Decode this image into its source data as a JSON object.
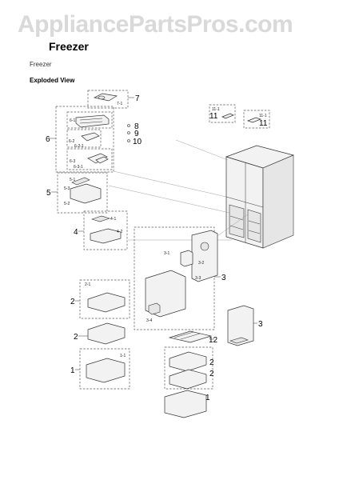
{
  "watermark": "AppliancePartsPros.com",
  "title": "Freezer",
  "section_label": "Freezer",
  "view_label": "Exploded View",
  "callouts": {
    "c7": "7",
    "c7_1": "7-1",
    "c6": "6",
    "c6_1": "6-1",
    "c6_2": "6-2",
    "c6_2_1": "6-2-1",
    "c6_3": "6-3",
    "c6_3_1": "6-3-1",
    "c8": "8",
    "c9": "9",
    "c10": "10",
    "c11a": "11",
    "c11a_1": "11-1",
    "c11b": "11",
    "c11b_1": "11-1",
    "c5": "5",
    "c5_1": "5-1",
    "c5_2": "5-2",
    "c5_3": "5-3",
    "c4": "4",
    "c4_1": "4-1",
    "c4_2": "4-2",
    "c3a": "3",
    "c3_1": "3-1",
    "c3_2": "3-2",
    "c3_3": "3-3",
    "c3_4": "3-4",
    "c3b": "3",
    "c2a": "2",
    "c2_1": "2-1",
    "c2b": "2",
    "c2c": "2",
    "c2d": "2",
    "c12": "12",
    "c1a": "1",
    "c1_1": "1-1",
    "c1b": "1"
  }
}
